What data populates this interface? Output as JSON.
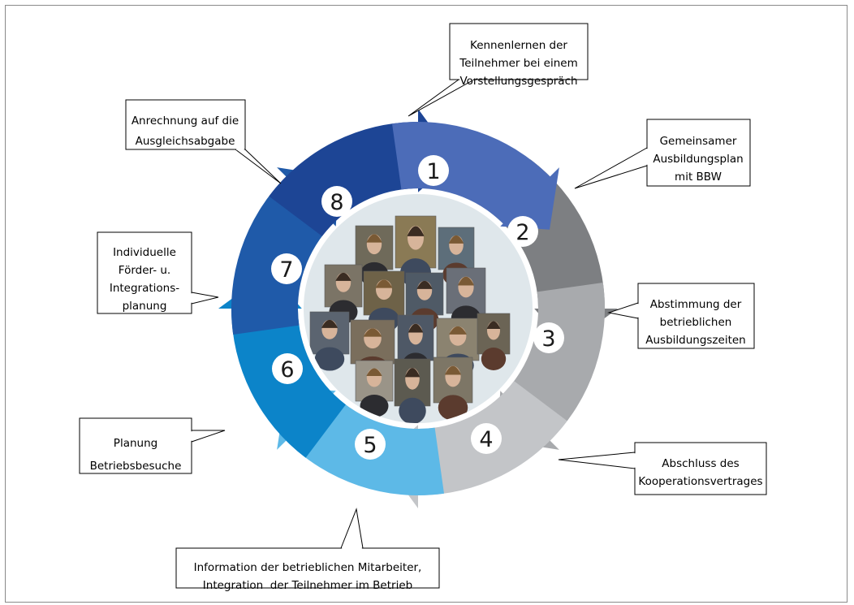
{
  "colors": {
    "segment_1": "#4c6cb8",
    "segment_2": "#7d7f82",
    "segment_3": "#a8aaad",
    "segment_4": "#c3c5c8",
    "segment_5": "#5db9e7",
    "segment_6": "#0c84c9",
    "segment_7": "#1f5aa9",
    "segment_8": "#1d4595",
    "center_disc": "#dfe7eb"
  },
  "center": {
    "image": "group-photo-collage"
  },
  "steps": [
    {
      "number": "1"
    },
    {
      "number": "2"
    },
    {
      "number": "3"
    },
    {
      "number": "4"
    },
    {
      "number": "5"
    },
    {
      "number": "6"
    },
    {
      "number": "7"
    },
    {
      "number": "8"
    }
  ],
  "callouts": [
    {
      "lines": [
        "Kennenlernen der",
        "Teilnehmer bei einem",
        "Vorstellungsgespräch"
      ]
    },
    {
      "lines": [
        "Gemeinsamer",
        "Ausbildungsplan",
        "mit BBW"
      ]
    },
    {
      "lines": [
        "Abstimmung der",
        "betrieblichen",
        "Ausbildungszeiten"
      ]
    },
    {
      "lines": [
        "Abschluss des",
        "Kooperationsvertrages"
      ]
    },
    {
      "lines": [
        "Information der betrieblichen Mitarbeiter,",
        "Integration  der Teilnehmer im Betrieb"
      ]
    },
    {
      "lines": [
        "Planung",
        "Betriebsbesuche"
      ]
    },
    {
      "lines": [
        "Individuelle",
        "Förder- u.",
        "Integrations-",
        "planung"
      ]
    },
    {
      "lines": [
        "Anrechnung auf die",
        "Ausgleichsabgabe"
      ]
    }
  ]
}
